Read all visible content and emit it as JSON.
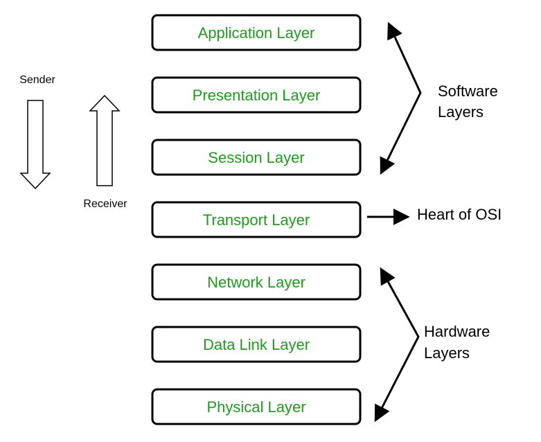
{
  "colors": {
    "layer_text": "#1f9a1f",
    "stroke": "#000000",
    "background": "#ffffff"
  },
  "layers": [
    {
      "label": "Application Layer"
    },
    {
      "label": "Presentation Layer"
    },
    {
      "label": "Session Layer"
    },
    {
      "label": "Transport Layer"
    },
    {
      "label": "Network Layer"
    },
    {
      "label": "Data Link Layer"
    },
    {
      "label": "Physical Layer"
    }
  ],
  "sender": {
    "label": "Sender"
  },
  "receiver": {
    "label": "Receiver"
  },
  "software_group": {
    "line1": "Software",
    "line2": "Layers"
  },
  "heart": {
    "label": "Heart of OSI"
  },
  "hardware_group": {
    "line1": "Hardware",
    "line2": "Layers"
  }
}
